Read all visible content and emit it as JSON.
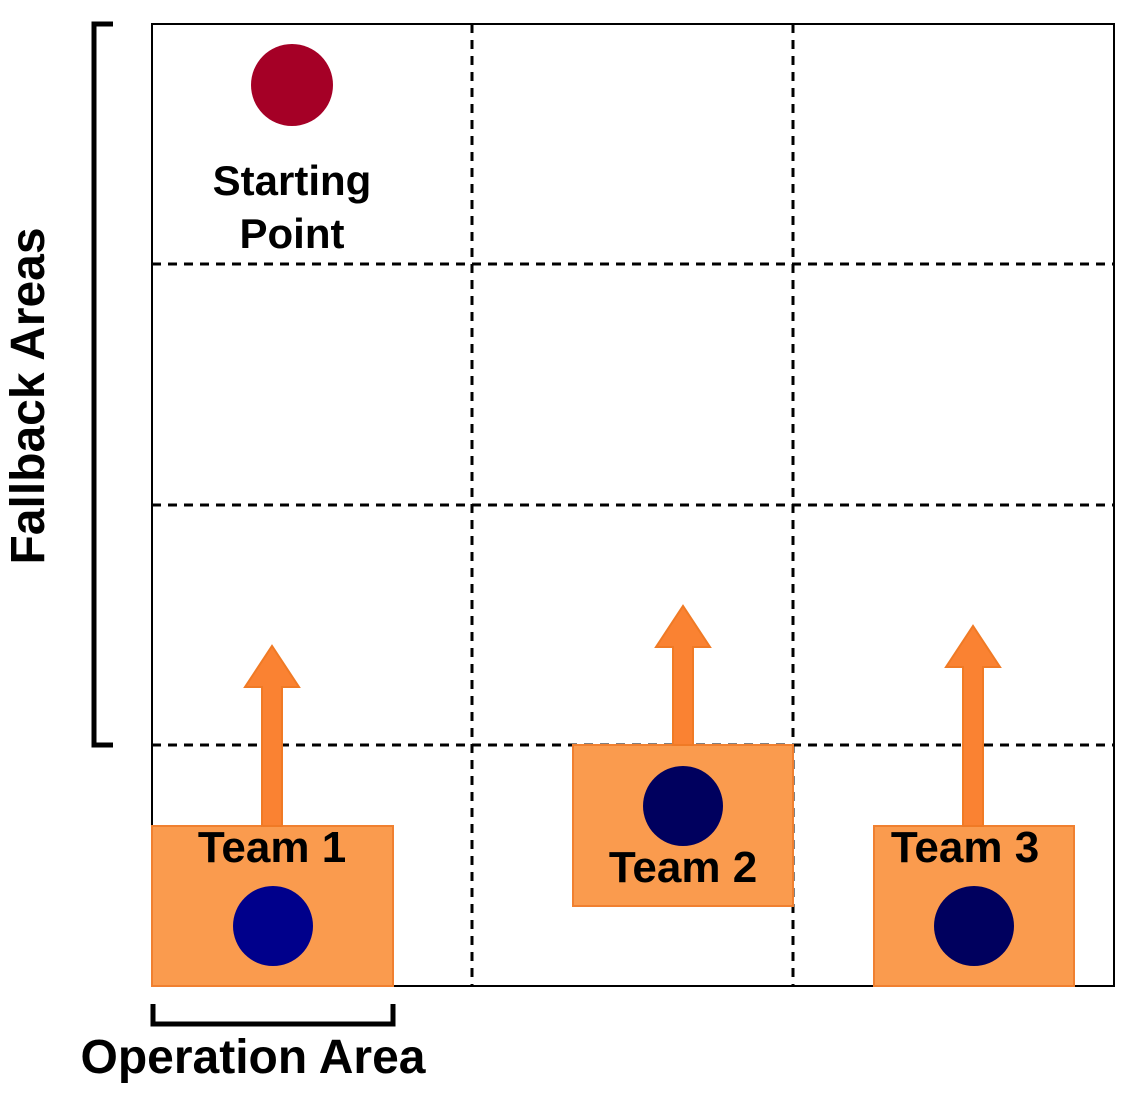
{
  "labels": {
    "starting_point_line1": "Starting",
    "starting_point_line2": "Point",
    "fallback_areas": "Fallback Areas",
    "operation_area": "Operation Area"
  },
  "teams": [
    {
      "label": "Team 1"
    },
    {
      "label": "Team 2"
    },
    {
      "label": "Team 3"
    }
  ],
  "grid": {
    "columns": 3,
    "rows": 4
  },
  "icons": {
    "start_marker": "red-circle",
    "team_marker": "navy-circle",
    "movement": "orange-up-arrow"
  },
  "colors": {
    "start_marker": "#a50026",
    "team1_marker": "#00008b",
    "team_marker": "#00005e",
    "team_box": "#fa9b4e",
    "arrow": "#fa8232",
    "grid_line": "#000000"
  }
}
